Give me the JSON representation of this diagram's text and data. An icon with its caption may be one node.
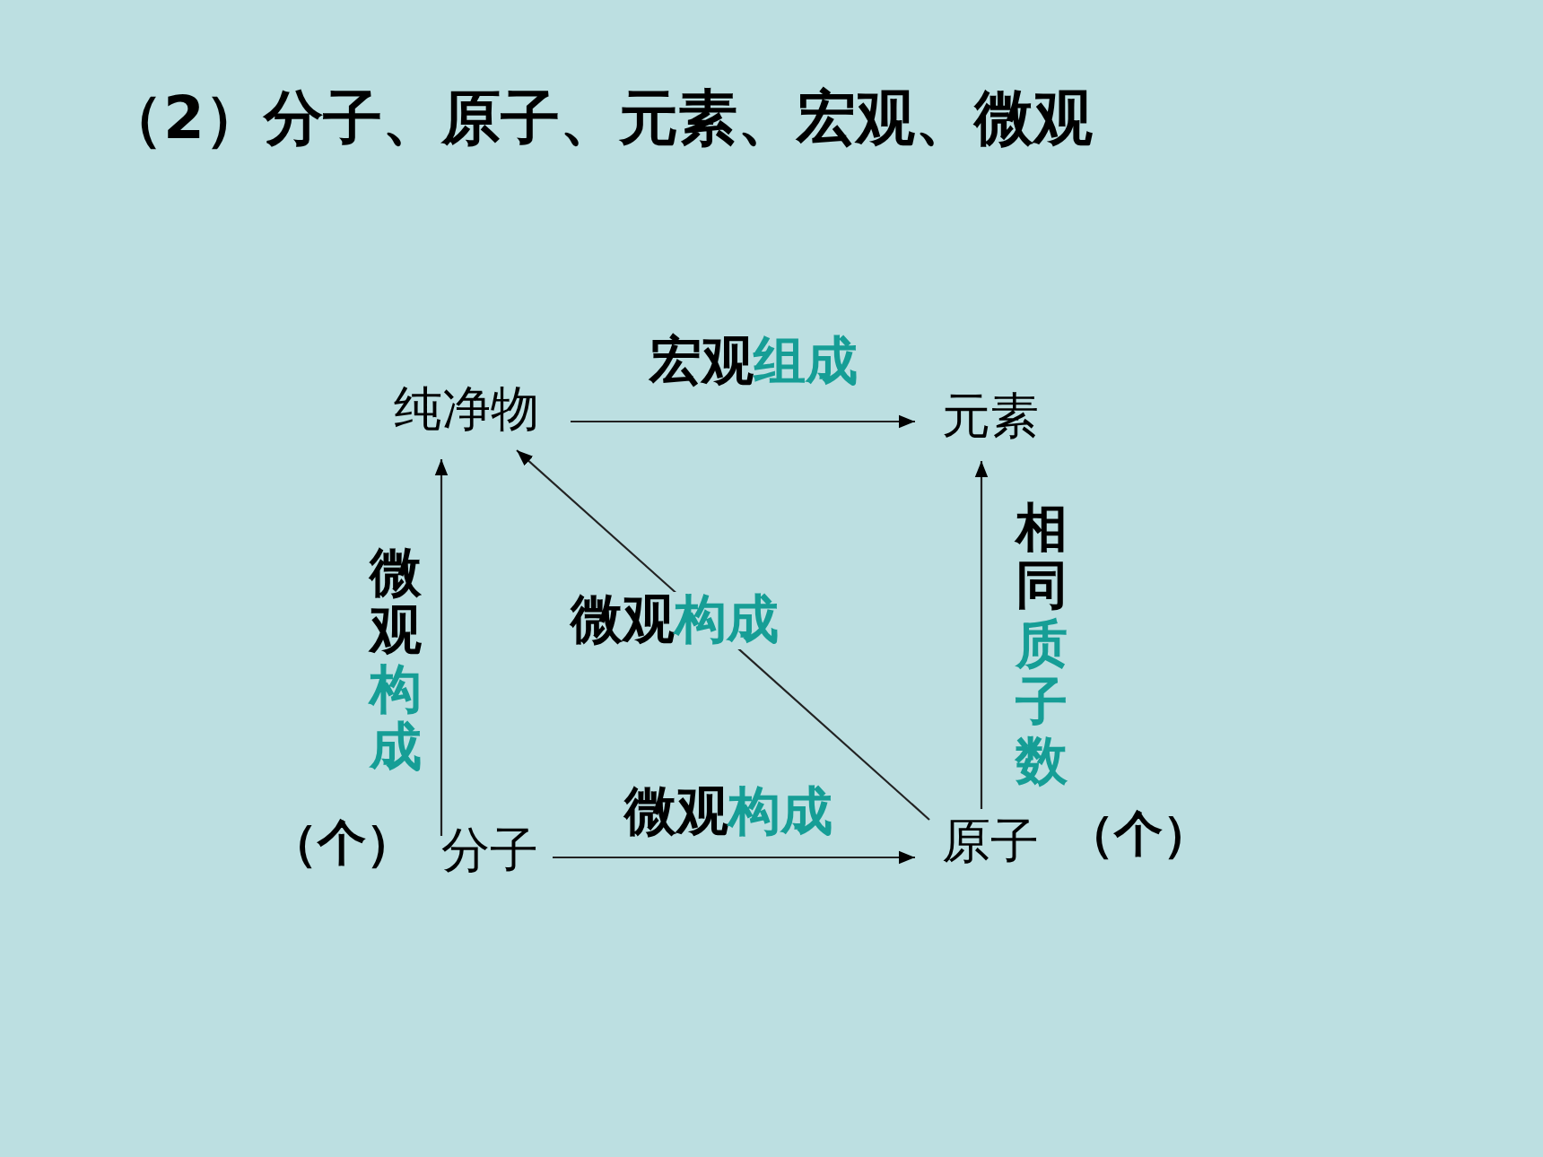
{
  "diagram": {
    "title": "（2）分子、原子、元素、宏观、微观",
    "nodes": [
      {
        "text": [
          "纯净物"
        ]
      },
      {
        "text": [
          "元素"
        ]
      },
      {
        "text": [
          "分子"
        ],
        "beside": [
          "（个）"
        ]
      },
      {
        "text": [
          "原子"
        ],
        "beside": [
          "（个）"
        ]
      }
    ],
    "edges": [
      {
        "from": 0,
        "to": 1,
        "arrow": "to",
        "label": "宏观**组成**"
      },
      {
        "from": 2,
        "to": 0,
        "arrow": "to",
        "label": "微观**构成**"
      },
      {
        "from": 3,
        "to": 0,
        "arrow": "to",
        "label": "微观**构成**"
      },
      {
        "from": 2,
        "to": 3,
        "arrow": "to",
        "label": "微观**构成**"
      },
      {
        "from": 3,
        "to": 1,
        "arrow": "to",
        "label": "相同**质子数**"
      }
    ]
  }
}
